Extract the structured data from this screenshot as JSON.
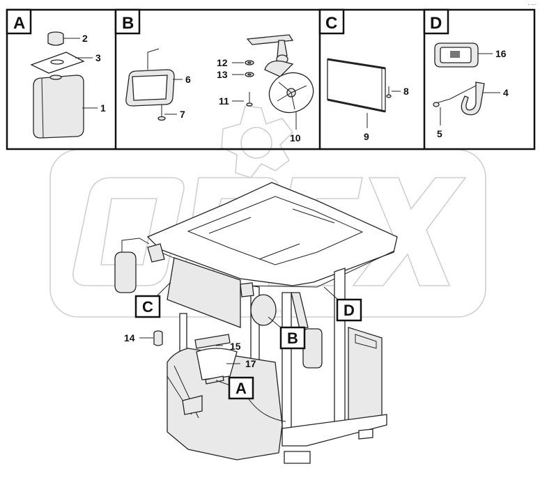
{
  "corner_mark": "⌐ ──",
  "panels": [
    {
      "letter": "A"
    },
    {
      "letter": "B"
    },
    {
      "letter": "C"
    },
    {
      "letter": "D"
    }
  ],
  "part_numbers": {
    "p1": "1",
    "p2": "2",
    "p3": "3",
    "p4": "4",
    "p5": "5",
    "p6": "6",
    "p7": "7",
    "p8": "8",
    "p9": "9",
    "p10": "10",
    "p11": "11",
    "p12": "12",
    "p13": "13",
    "p14": "14",
    "p15": "15",
    "p16": "16",
    "p17": "17"
  },
  "callouts": {
    "a": "A",
    "b": "B",
    "c": "C",
    "d": "D"
  },
  "watermark": "OPEX",
  "colors": {
    "line": "#222222",
    "watermark": "#cfcfcf",
    "background": "#ffffff"
  }
}
